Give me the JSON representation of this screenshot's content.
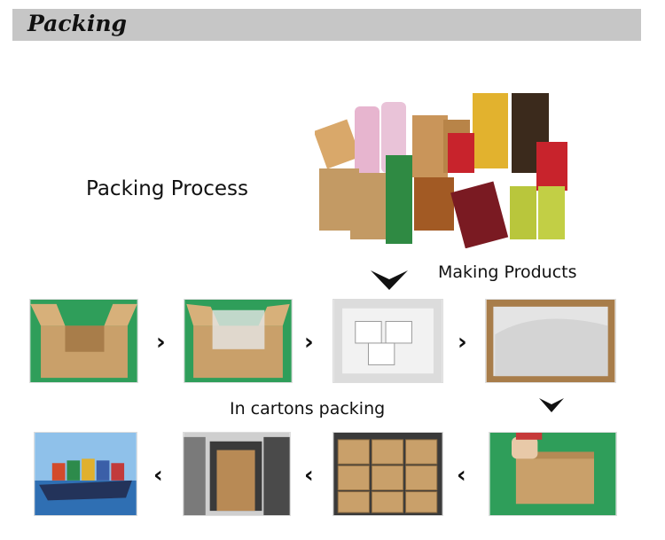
{
  "header": {
    "title": "Packing"
  },
  "labels": {
    "packing_process": "Packing Process",
    "making_products": "Making Products",
    "in_cartons_packing": "In cartons packing"
  },
  "steps": [
    {
      "icon": "product-bags-photo"
    },
    {
      "icon": "empty-carton-photo"
    },
    {
      "icon": "lined-carton-photo"
    },
    {
      "icon": "filled-carton-photo"
    },
    {
      "icon": "covered-carton-photo"
    },
    {
      "icon": "sealed-carton-photo"
    },
    {
      "icon": "stacked-cartons-photo"
    },
    {
      "icon": "container-loading-photo"
    },
    {
      "icon": "cargo-ship-photo"
    }
  ],
  "colors": {
    "header_bg": "#c6c6c6",
    "carton": "#c9a06a",
    "floor_green": "#2f9e5a",
    "sea_blue": "#2f6fb3"
  }
}
